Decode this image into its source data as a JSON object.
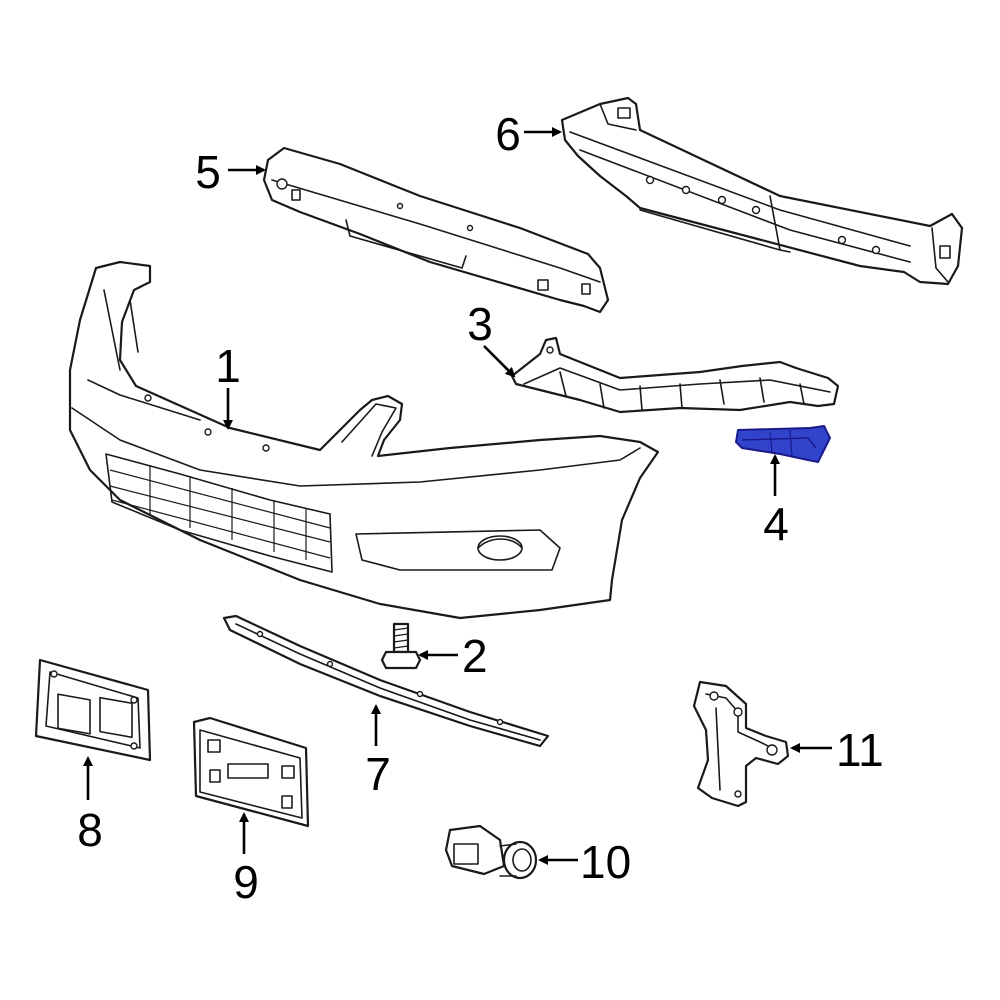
{
  "colors": {
    "line": "#1a1a1a",
    "background": "#ffffff",
    "highlight_fill": "#3344cc",
    "highlight_stroke": "#1a1a8a"
  },
  "callouts": [
    {
      "id": "1",
      "label": "1"
    },
    {
      "id": "2",
      "label": "2"
    },
    {
      "id": "3",
      "label": "3"
    },
    {
      "id": "4",
      "label": "4"
    },
    {
      "id": "5",
      "label": "5"
    },
    {
      "id": "6",
      "label": "6"
    },
    {
      "id": "7",
      "label": "7"
    },
    {
      "id": "8",
      "label": "8"
    },
    {
      "id": "9",
      "label": "9"
    },
    {
      "id": "10",
      "label": "10"
    },
    {
      "id": "11",
      "label": "11"
    }
  ],
  "highlighted_part": "4"
}
